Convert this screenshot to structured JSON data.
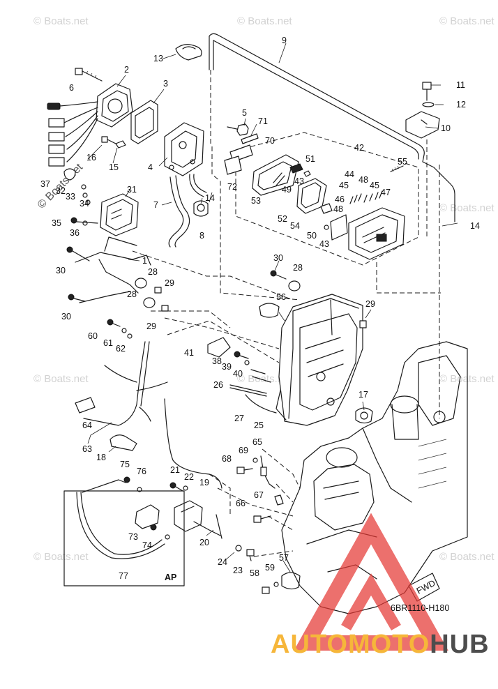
{
  "watermarks": {
    "text": "© Boats.net",
    "side_text": "© Boats.net"
  },
  "diagram": {
    "code": "6BR1110-H180",
    "ap_label": "AP",
    "fwd_label": "FWD",
    "part_numbers": [
      "1",
      "2",
      "3",
      "4",
      "5",
      "6",
      "7",
      "8",
      "9",
      "10",
      "11",
      "12",
      "13",
      "14",
      "15",
      "16",
      "17",
      "18",
      "19",
      "20",
      "21",
      "22",
      "23",
      "24",
      "25",
      "26",
      "27",
      "28",
      "29",
      "30",
      "31",
      "32",
      "33",
      "34",
      "35",
      "36",
      "37",
      "38",
      "39",
      "40",
      "41",
      "42",
      "43",
      "44",
      "45",
      "46",
      "47",
      "48",
      "49",
      "50",
      "51",
      "52",
      "53",
      "54",
      "55",
      "56",
      "57",
      "58",
      "59",
      "60",
      "61",
      "62",
      "63",
      "64",
      "65",
      "66",
      "67",
      "68",
      "69",
      "70",
      "71",
      "72",
      "73",
      "74",
      "75",
      "76",
      "77"
    ]
  },
  "logo": {
    "part1": "AUTOMOTO",
    "part2": "HUB",
    "accent_color": "#f6b63a",
    "dark_color": "#4d4d4d",
    "triangle_color": "#e53935"
  }
}
